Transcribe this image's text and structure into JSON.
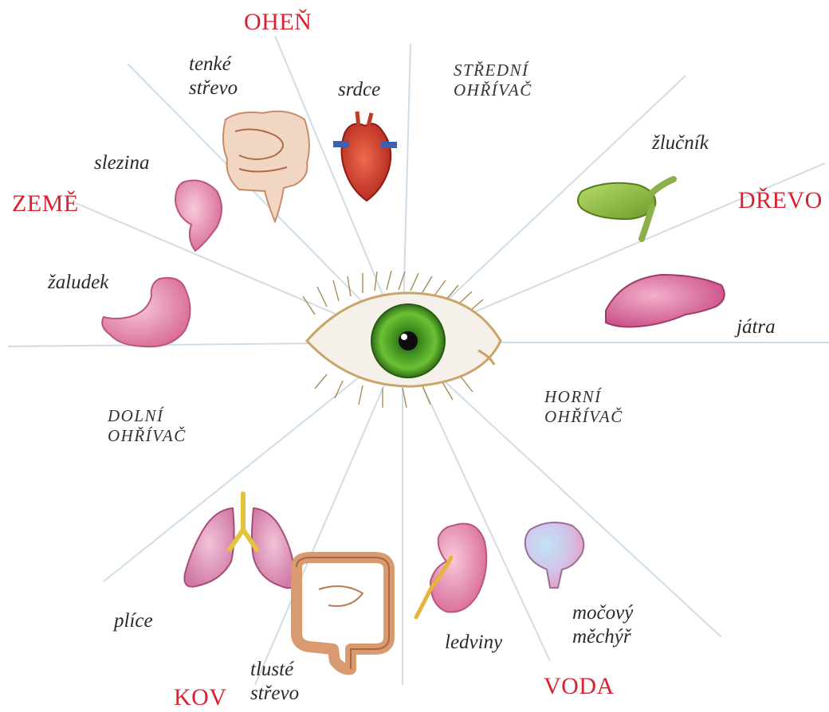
{
  "elements": {
    "fire": "OHEŇ",
    "wood": "DŘEVO",
    "earth": "ZEMĚ",
    "metal": "KOV",
    "water": "VODA"
  },
  "organs": {
    "small_intestine": [
      "tenké",
      "střevo"
    ],
    "heart": "srdce",
    "spleen": "slezina",
    "stomach": "žaludek",
    "gallbladder": "žlučník",
    "liver": "játra",
    "lungs": "plíce",
    "large_intestine": [
      "tlusté",
      "střevo"
    ],
    "kidneys": "ledviny",
    "bladder": [
      "močový",
      "měchýř"
    ]
  },
  "heaters": {
    "middle": [
      "STŘEDNÍ",
      "OHŘÍVAČ"
    ],
    "upper": [
      "HORNÍ",
      "OHŘÍVAČ"
    ],
    "lower": [
      "DOLNÍ",
      "OHŘÍVAČ"
    ]
  },
  "colors": {
    "element_text": "#d8232f",
    "ray_lines": "#cfdde8",
    "iris": "#5cb32e"
  }
}
